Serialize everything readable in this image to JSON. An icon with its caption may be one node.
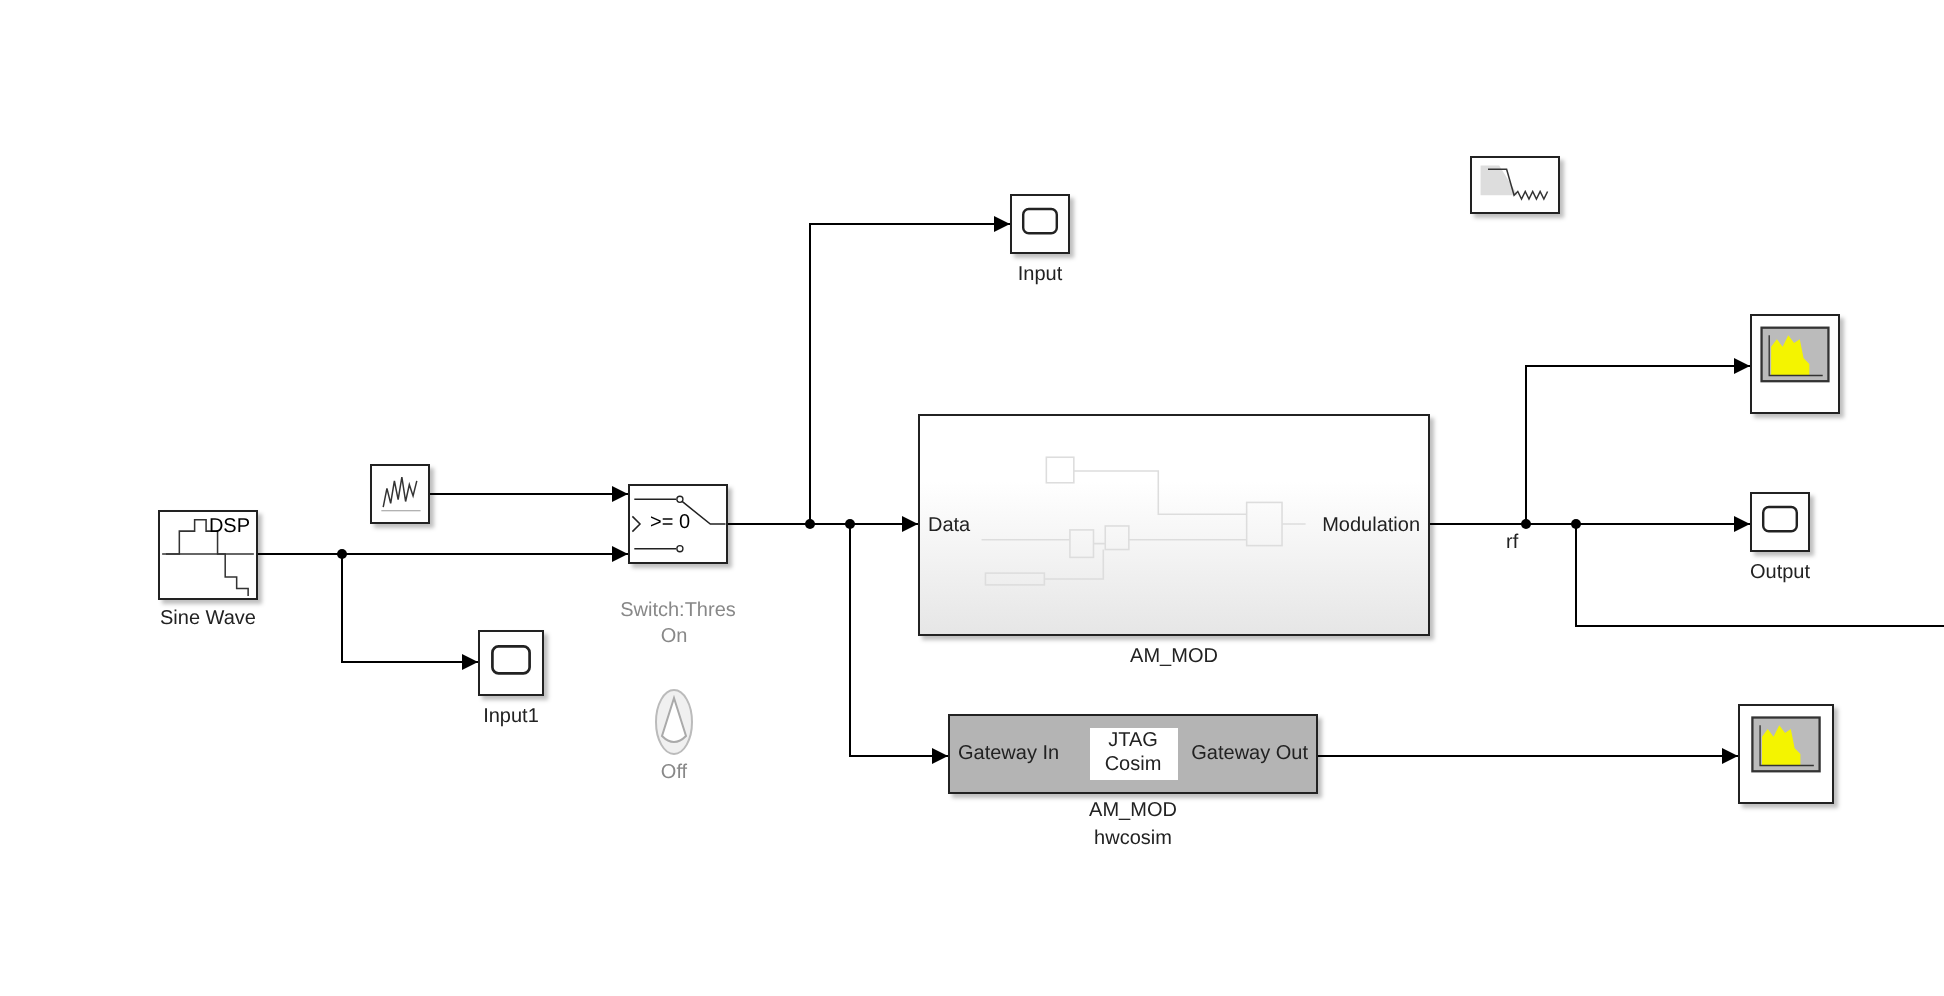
{
  "diagram": {
    "nodes": [
      {
        "text": [
          "DSP",
          "Sine Wave"
        ]
      },
      {
        "text": [],
        "shape": "box"
      },
      {
        "text": [
          ">= 0",
          "Switch:Thres"
        ]
      },
      {
        "text": [
          "Input1"
        ]
      },
      {
        "text": [
          "Input"
        ]
      },
      {
        "text": [
          "Data",
          "Modulation",
          "AM_MOD"
        ]
      },
      {
        "text": [
          "Gateway In",
          "JTAG Cosim",
          "Gateway Out",
          "AM_MOD hwcosim"
        ]
      },
      {
        "text": [],
        "shape": "box"
      },
      {
        "text": [
          "Output"
        ]
      },
      {
        "text": [],
        "shape": "box"
      },
      {
        "text": [],
        "shape": "box"
      },
      {
        "text": [
          "On",
          "Off"
        ]
      }
    ],
    "edges": [
      {
        "from": 0,
        "to": 2,
        "arrow": "to"
      },
      {
        "from": 0,
        "to": 3,
        "arrow": "to"
      },
      {
        "from": 1,
        "to": 2,
        "arrow": "to"
      },
      {
        "from": 2,
        "to": 4,
        "arrow": "to"
      },
      {
        "from": 2,
        "to": 5,
        "arrow": "to"
      },
      {
        "from": 2,
        "to": 6,
        "arrow": "to"
      },
      {
        "from": 5,
        "to": 7,
        "arrow": "to"
      },
      {
        "from": 5,
        "to": 8,
        "arrow": "to",
        "label": "rf"
      },
      {
        "from": 5,
        "to": null,
        "arrow": "none"
      },
      {
        "from": 6,
        "to": 9,
        "arrow": "to"
      }
    ]
  }
}
